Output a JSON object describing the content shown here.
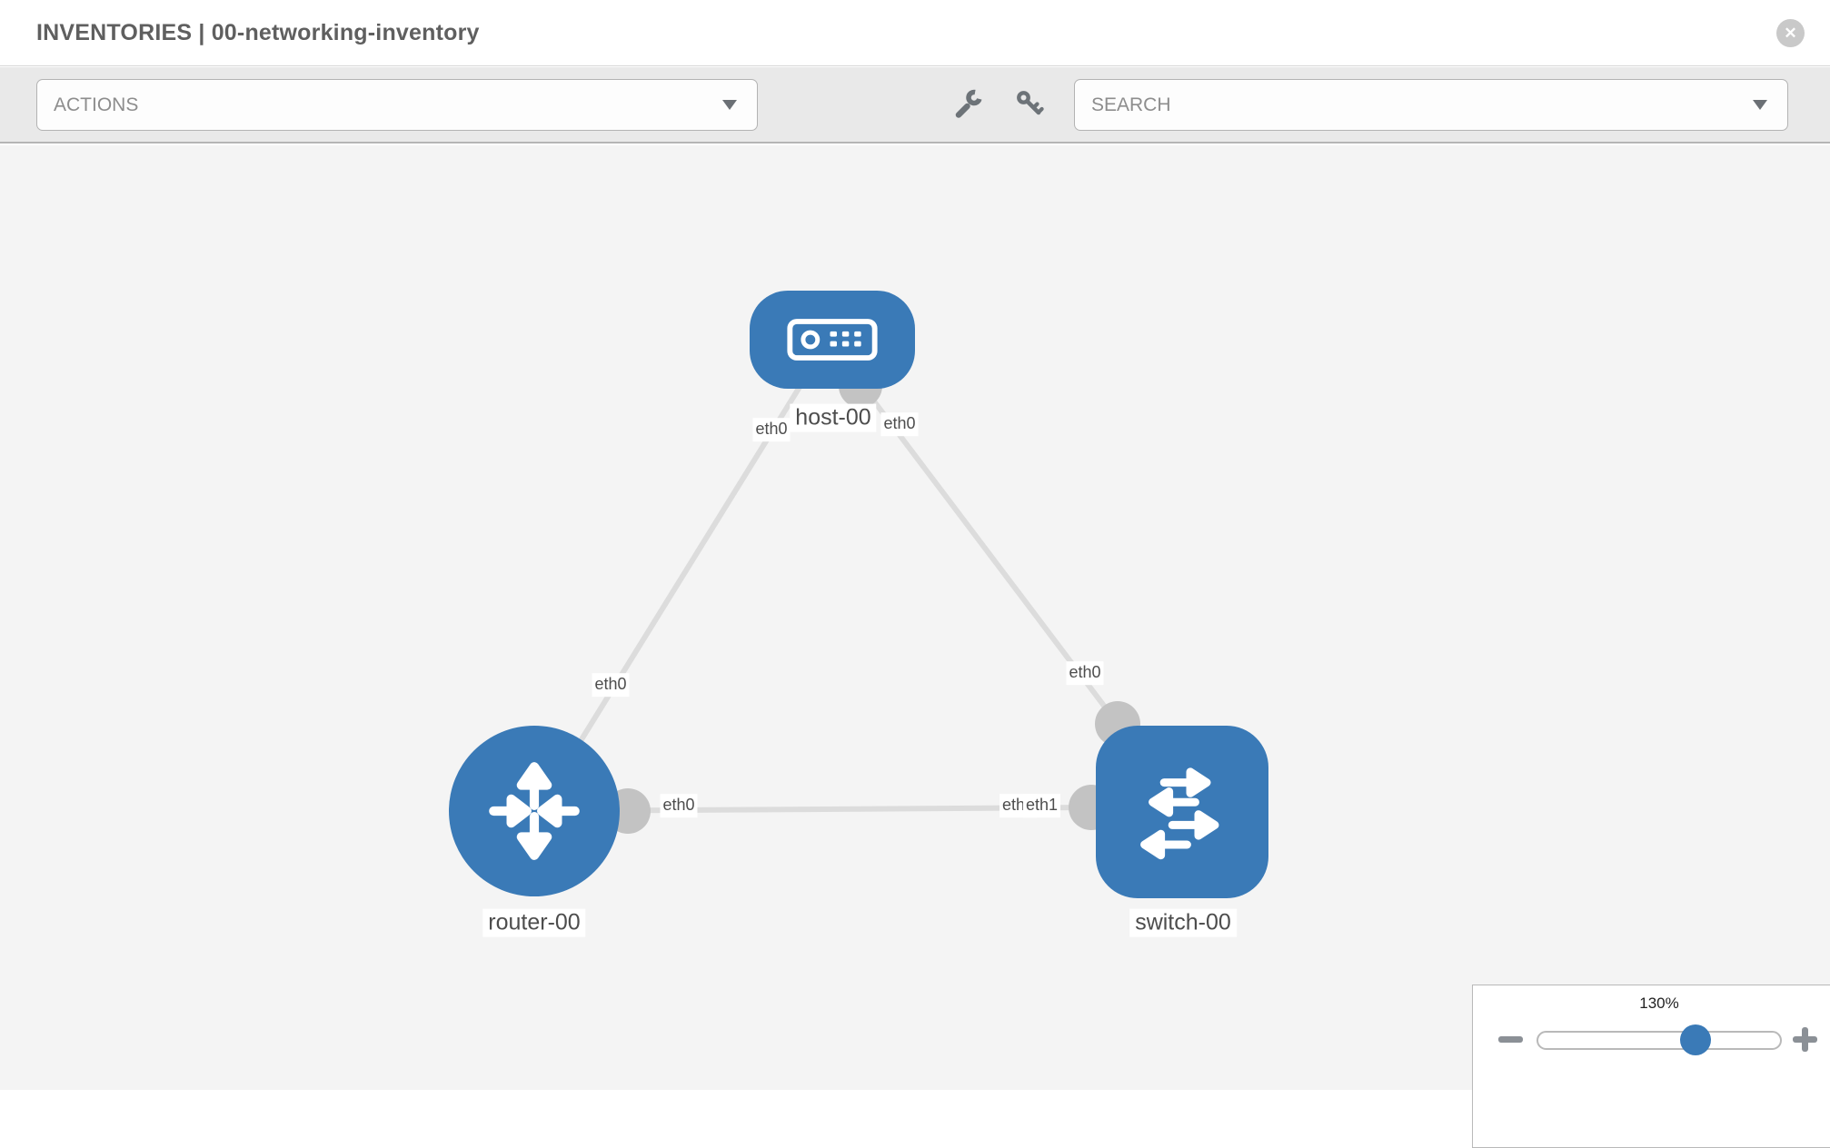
{
  "window": {
    "title": "INVENTORIES | 00-networking-inventory",
    "close_icon": "✕"
  },
  "toolbar": {
    "actions_label": "ACTIONS",
    "search_label": "SEARCH",
    "icon_names": [
      "wrench-icon",
      "key-icon"
    ]
  },
  "topology": {
    "nodes": [
      {
        "id": "host-00",
        "type": "host",
        "label": "host-00",
        "icon": "server-icon"
      },
      {
        "id": "router-00",
        "type": "router",
        "label": "router-00",
        "icon": "router-arrows-icon"
      },
      {
        "id": "switch-00",
        "type": "switch",
        "label": "switch-00",
        "icon": "switch-arrows-icon"
      }
    ],
    "links": [
      {
        "from": "host-00",
        "to": "router-00",
        "labels": {
          "host_end": "eth0",
          "router_end": "eth0"
        }
      },
      {
        "from": "host-00",
        "to": "switch-00",
        "labels": {
          "host_end": "eth0",
          "switch_end": "eth0"
        }
      },
      {
        "from": "router-00",
        "to": "switch-00",
        "labels": {
          "router_end": "eth0",
          "switch_end_under": "eth0",
          "switch_end": "eth1"
        }
      }
    ]
  },
  "zoom_control": {
    "level": "130%",
    "icon_names": [
      "minus-icon",
      "plus-icon"
    ]
  },
  "colors": {
    "node_blue": "#3a7ab7",
    "link_gray": "#dcdcdc",
    "endpoint_gray": "#c3c3c3",
    "canvas_bg": "#f4f4f4",
    "toolbar_bg": "#e9e9e9",
    "label_text": "#4d4d4d"
  }
}
